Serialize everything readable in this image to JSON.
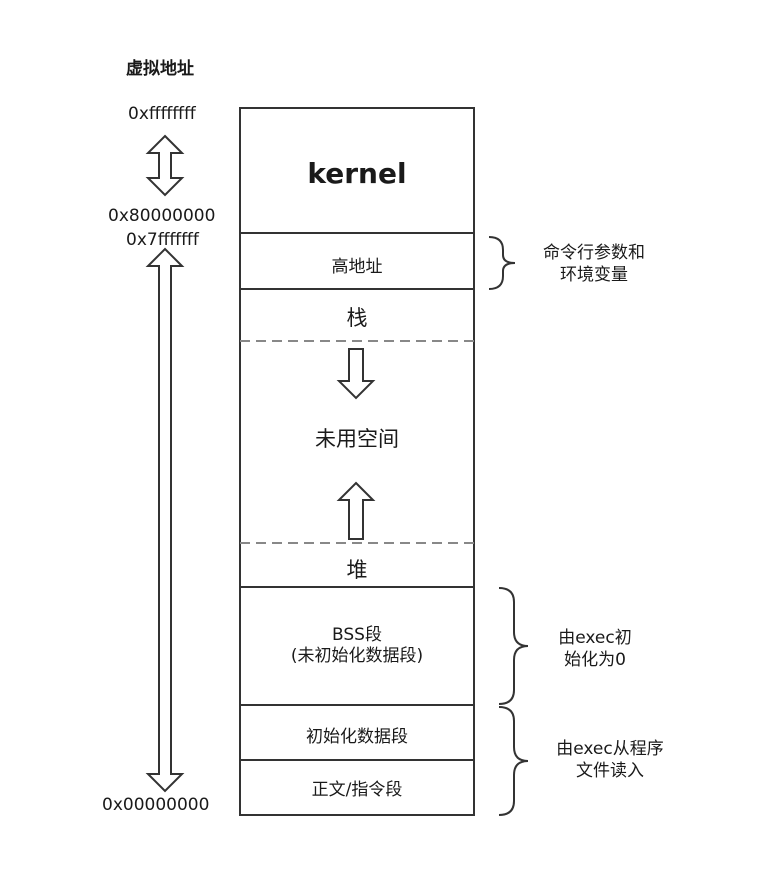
{
  "title": "虚拟地址",
  "addresses": {
    "top": "0xffffffff",
    "kernel_start": "0x80000000",
    "user_top": "0x7fffffff",
    "bottom": "0x00000000"
  },
  "segments": {
    "kernel": "kernel",
    "high_address": "高地址",
    "stack": "栈",
    "unused": "未用空间",
    "heap": "堆",
    "bss_line1": "BSS段",
    "bss_line2": "(未初始化数据段)",
    "data": "初始化数据段",
    "text": "正文/指令段"
  },
  "annotations": {
    "args_line1": "命令行参数和",
    "args_line2": "环境变量",
    "bss_line1": "由exec初",
    "bss_line2": "始化为0",
    "load_line1": "由exec从程序",
    "load_line2": "文件读入"
  }
}
